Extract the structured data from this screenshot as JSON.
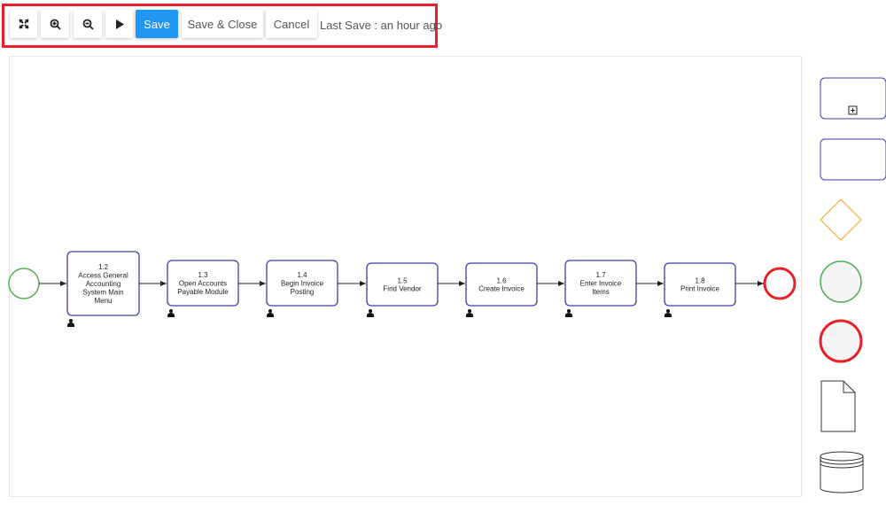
{
  "toolbar": {
    "fit_icon": "fit-screen-icon",
    "zoom_in_icon": "zoom-in-icon",
    "zoom_out_icon": "zoom-out-icon",
    "run_icon": "play-icon",
    "save": "Save",
    "save_close": "Save & Close",
    "cancel": "Cancel",
    "last_save": "Last Save : an hour ago"
  },
  "tasks": [
    {
      "id": "1.2",
      "lines": [
        "Access General",
        "Accounting",
        "System Main",
        "Menu"
      ]
    },
    {
      "id": "1.3",
      "lines": [
        "Open Accounts",
        "Payable Module"
      ]
    },
    {
      "id": "1.4",
      "lines": [
        "Begin Invoice",
        "Posting"
      ]
    },
    {
      "id": "1.5",
      "lines": [
        "Find Vendor"
      ]
    },
    {
      "id": "1.6",
      "lines": [
        "Create Invoice"
      ]
    },
    {
      "id": "1.7",
      "lines": [
        "Enter Invoice",
        "Items"
      ]
    },
    {
      "id": "1.8",
      "lines": [
        "Print Invoice"
      ]
    }
  ],
  "colors": {
    "accent": "#2196f3",
    "task_border": "#3f3fa8",
    "start": "#4caf50",
    "end": "#e8202a",
    "gateway": "#f5a623",
    "highlight": "#e8202a"
  }
}
